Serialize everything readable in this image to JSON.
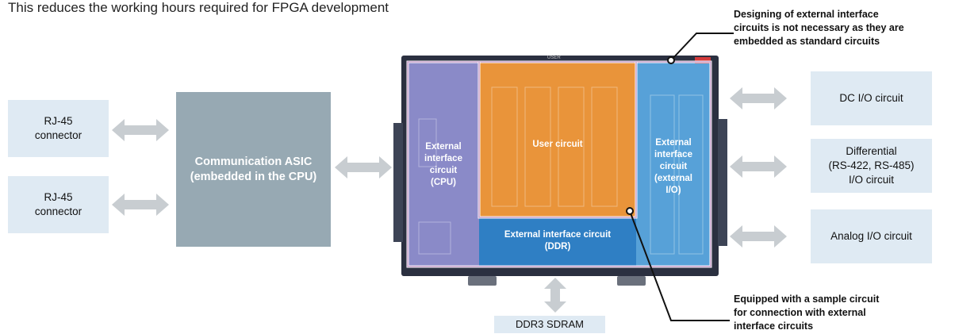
{
  "headline": "This reduces the working hours required for FPGA development",
  "left_boxes": {
    "rj45_top": [
      "RJ-45",
      "connector"
    ],
    "rj45_bottom": [
      "RJ-45",
      "connector"
    ]
  },
  "asic": [
    "Communication ASIC",
    "(embedded in the CPU)"
  ],
  "regions": {
    "cpu": [
      "External",
      "interface",
      "circuit",
      "(CPU)"
    ],
    "user": "User circuit",
    "external_io": [
      "External",
      "interface",
      "circuit",
      "(external",
      "I/O)"
    ],
    "ddr": [
      "External interface circuit",
      "(DDR)"
    ]
  },
  "right_boxes": {
    "dc": "DC I/O circuit",
    "differential": [
      "Differential",
      "(RS-422, RS-485)",
      "I/O circuit"
    ],
    "analog": "Analog I/O circuit"
  },
  "ddr3": "DDR3 SDRAM",
  "notes": {
    "top": [
      "Designing of external interface",
      "circuits is not necessary as they are",
      "embedded as standard circuits"
    ],
    "bottom": [
      "Equipped with a sample circuit",
      "for connection with external",
      "interface circuits"
    ]
  },
  "device_print": {
    "user_tag": "USER"
  },
  "colors": {
    "box_light": "#dfeaf3",
    "asic": "#97a9b3",
    "cpu_region": "#8f8fd0",
    "user_region": "#f39a3a",
    "io_region": "#5aa8e0",
    "ddr_region": "#2f7fc4",
    "outline": "#c8a0cc",
    "arrow": "#c8cdd1"
  }
}
